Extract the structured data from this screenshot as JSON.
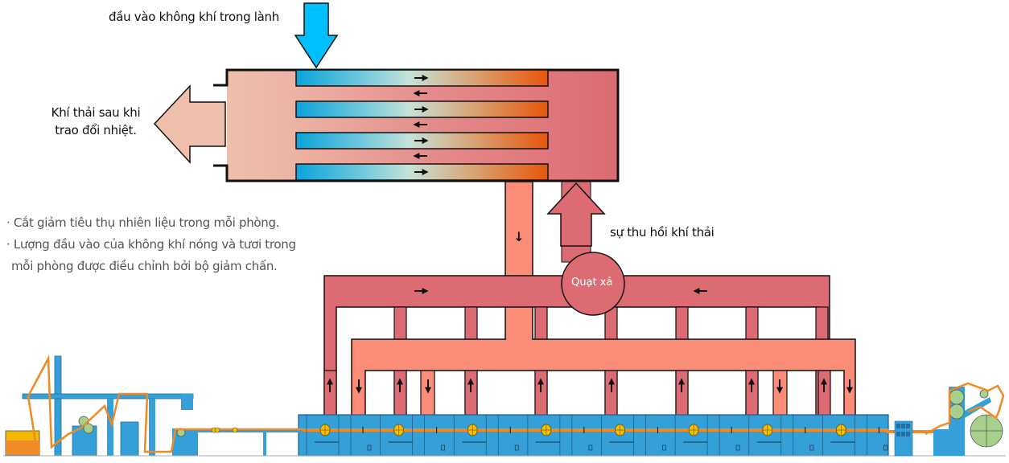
{
  "labels": {
    "fresh_air_inlet": "đầu vào không khí trong lành",
    "exhaust_after_exchange_line1": "Khí thải sau khi",
    "exhaust_after_exchange_line2": "trao đổi nhiệt.",
    "exhaust_recovery": "sự thu hồi khí thải",
    "exhaust_fan": "Quạt xả"
  },
  "notes": [
    "· Cắt giảm tiêu thụ nhiên liệu trong mỗi phòng.",
    "· Lượng đầu vào của không khí nóng và tươi trong",
    "  mỗi phòng được điều chỉnh bởi bộ giảm chấn."
  ],
  "colors": {
    "fresh_air": "#00bfff",
    "exhaust_duct": "#dc6b73",
    "hot_air_duct": "#fa8c78",
    "exhaust_out": "#eec0ab",
    "machine_blue": "#35a0d8",
    "fabric_orange": "#f08a24",
    "burner_yellow": "#f5c000",
    "roller_green": "#a8d08d",
    "tube_cold": "#0aa4dc",
    "tube_hot": "#e8550a"
  },
  "heat_exchanger": {
    "tube_count": 4,
    "tube_flow": "right",
    "gap_flow": "left"
  },
  "dryer": {
    "chamber_count": 8
  },
  "flow_arrows": {
    "supply_down": "↓",
    "exhaust_header_left": "→",
    "exhaust_header_right": "←"
  }
}
